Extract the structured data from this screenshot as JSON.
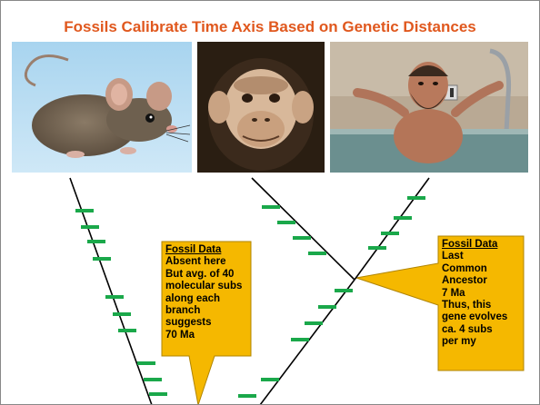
{
  "slide": {
    "title": "Fossils Calibrate Time Axis Based on Genetic Distances"
  },
  "photos": [
    {
      "subject": "mouse"
    },
    {
      "subject": "chimpanzee"
    },
    {
      "subject": "human"
    }
  ],
  "callout_left": {
    "header": "Fossil Data",
    "lines": [
      "Absent here",
      "But avg. of 40",
      "molecular subs",
      "along each branch",
      "suggests",
      "70 Ma"
    ]
  },
  "callout_right": {
    "header": "Fossil Data",
    "lines": [
      "Last",
      "Common",
      "Ancestor",
      "7 Ma",
      "Thus, this",
      "gene evolves",
      "ca. 4 subs",
      "per my"
    ]
  },
  "colors": {
    "title": "#e0581e",
    "callout_fill": "#f5b800",
    "callout_stroke": "#b08400",
    "tick": "#1aa84a",
    "branch": "#000000"
  }
}
